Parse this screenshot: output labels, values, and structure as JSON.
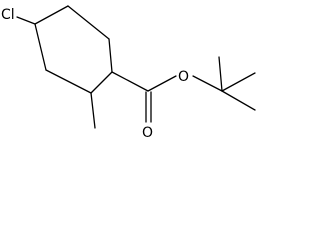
{
  "molecule": {
    "atoms": {
      "chlorine": "Cl",
      "ester_oxygen": "O",
      "carbonyl_oxygen": "O"
    },
    "colors": {
      "bond": "#000000",
      "label": "#000000",
      "background": "#ffffff"
    }
  }
}
